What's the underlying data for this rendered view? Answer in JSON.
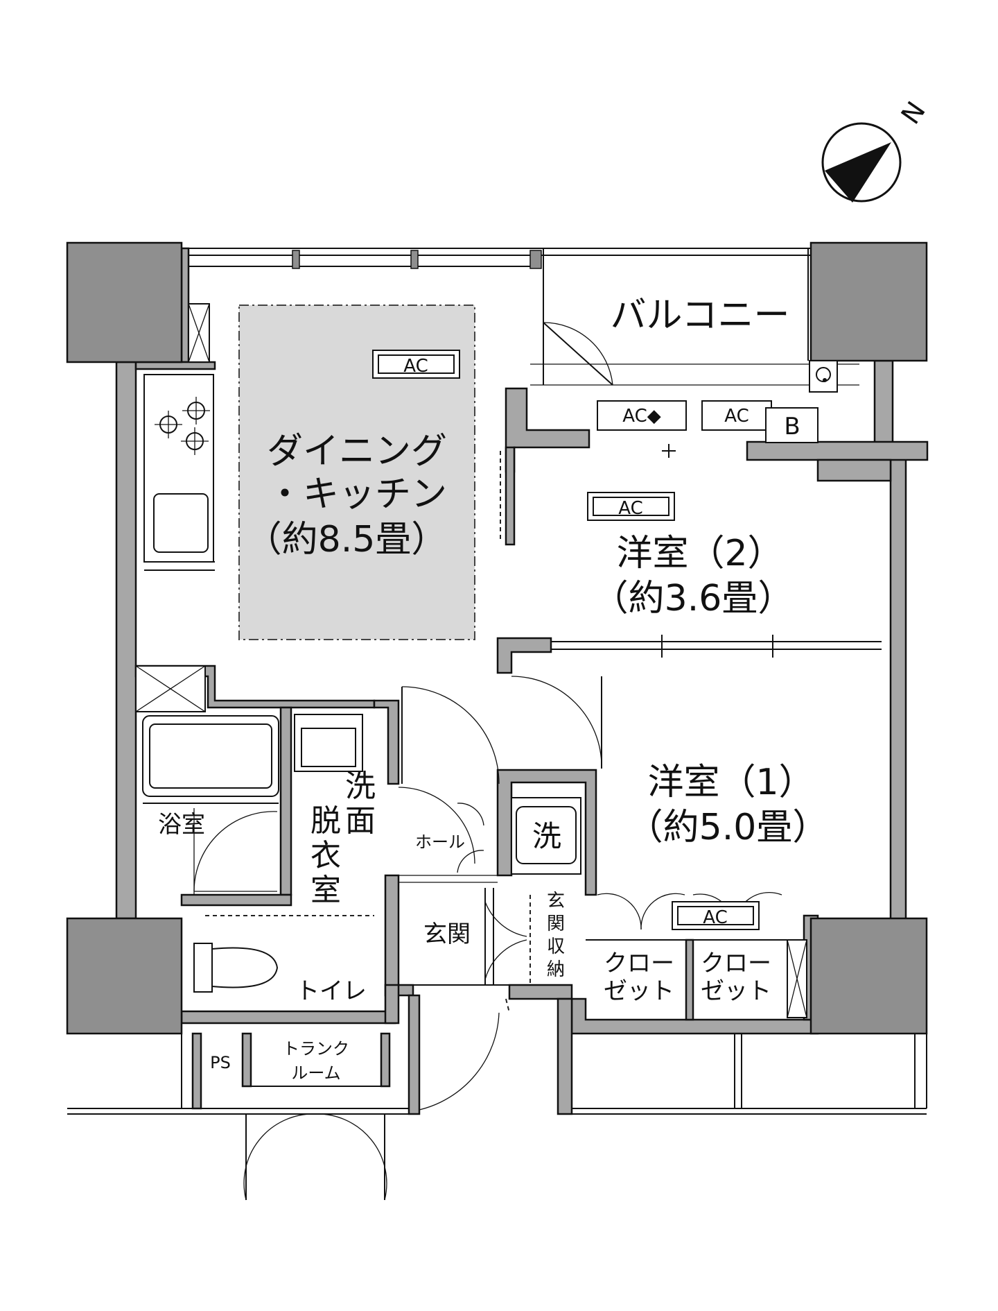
{
  "compass": {
    "label": "N",
    "icon": "north-arrow-icon"
  },
  "rooms": {
    "dining_kitchen": {
      "line1": "ダイニング",
      "line2": "・キッチン",
      "size": "（約8.5畳）"
    },
    "western_room_2": {
      "name": "洋室（2）",
      "size": "（約3.6畳）"
    },
    "western_room_1": {
      "name": "洋室（1）",
      "size": "（約5.0畳）"
    },
    "balcony": "バルコニー",
    "bathroom": "浴室",
    "washroom": [
      "洗",
      "面",
      "脱",
      "衣",
      "室"
    ],
    "hall": "ホール",
    "entrance": "玄関",
    "entrance_storage": [
      "玄",
      "関",
      "収",
      "納"
    ],
    "toilet": "トイレ",
    "closet_left": [
      "クロー",
      "ゼット"
    ],
    "closet_right": [
      "クロー",
      "ゼット"
    ],
    "pipe_space": "PS",
    "trunk_room": [
      "トランク",
      "ルーム"
    ]
  },
  "fixtures": {
    "ac_label": "AC",
    "ac_diamond_label": "AC◆",
    "boiler_label": "B",
    "washer_label": "洗"
  },
  "colors": {
    "wall": "#a7a7a7",
    "pillar": "#8f8f8f",
    "dining_floor": "#d9d9d9"
  }
}
